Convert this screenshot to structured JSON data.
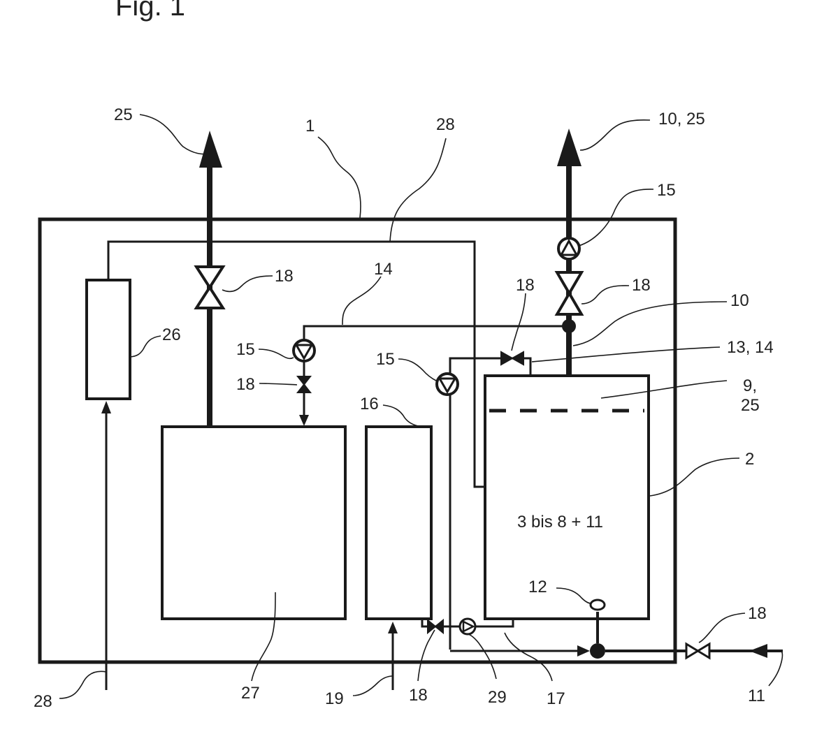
{
  "figure_title": "Fig. 1",
  "labels": {
    "l25_left": "25",
    "l1": "1",
    "l28_top": "28",
    "l10_25": "10, 25",
    "l15_top": "15",
    "l18_leftvalve": "18",
    "l18_topright": "18",
    "l18_right": "18",
    "l14": "14",
    "l10": "10",
    "l13_14": "13, 14",
    "l26": "26",
    "l15_mid": "15",
    "l15_left": "15",
    "l18_small": "18",
    "l9_25_a": "9,",
    "l9_25_b": "25",
    "l16": "16",
    "l2": "2",
    "l12": "12",
    "l18_bottomright": "18",
    "l28_bottom": "28",
    "l27": "27",
    "l19": "19",
    "l18_bottom": "18",
    "l29": "29",
    "l17": "17",
    "l11": "11"
  },
  "tank_text": "3 bis 8 + 11"
}
